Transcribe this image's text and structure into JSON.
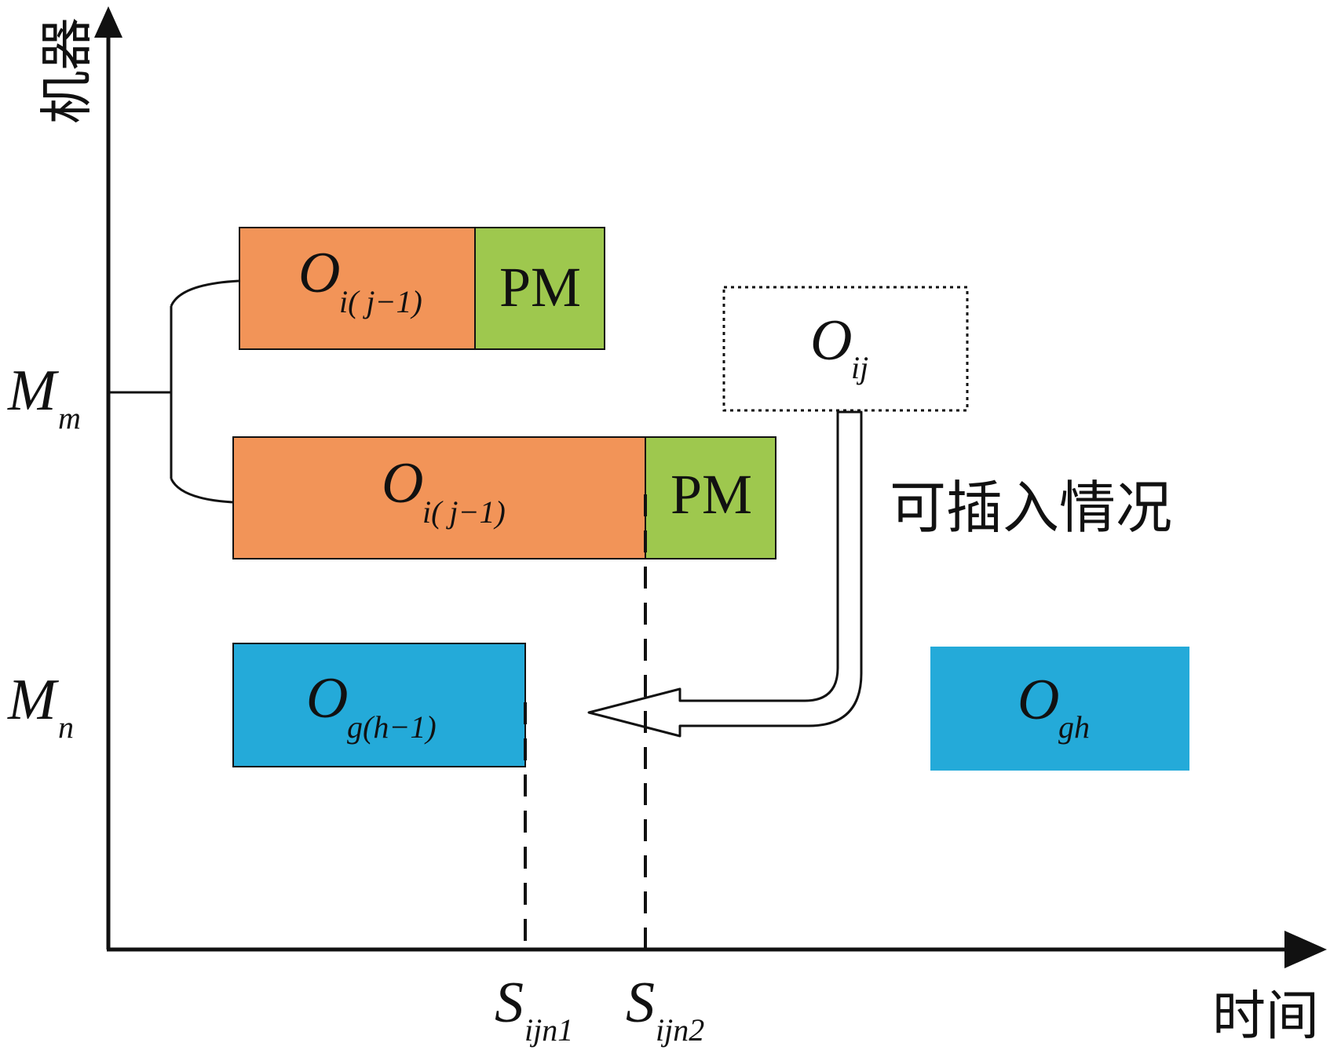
{
  "axes": {
    "y_label": "机器",
    "x_label": "时间"
  },
  "machines": [
    {
      "id": "m",
      "letter": "M",
      "sub": "m"
    },
    {
      "id": "n",
      "letter": "M",
      "sub": "n"
    }
  ],
  "operations": {
    "top_prev": {
      "letter": "O",
      "sub": "i( j−1)"
    },
    "mid_prev": {
      "letter": "O",
      "sub": "i( j−1)"
    },
    "candidate": {
      "letter": "O",
      "sub": "ij"
    },
    "bottom_prev": {
      "letter": "O",
      "sub": "g(h−1)"
    },
    "bottom_next": {
      "letter": "O",
      "sub": "gh"
    }
  },
  "pm_label": "PM",
  "note": "可插入情况",
  "start_times": [
    {
      "letter": "S",
      "sub": "ijn1"
    },
    {
      "letter": "S",
      "sub": "ijn2"
    }
  ],
  "colors": {
    "orange": "#f29458",
    "green": "#9ec84e",
    "blue": "#24aad9",
    "axis": "#111111"
  }
}
